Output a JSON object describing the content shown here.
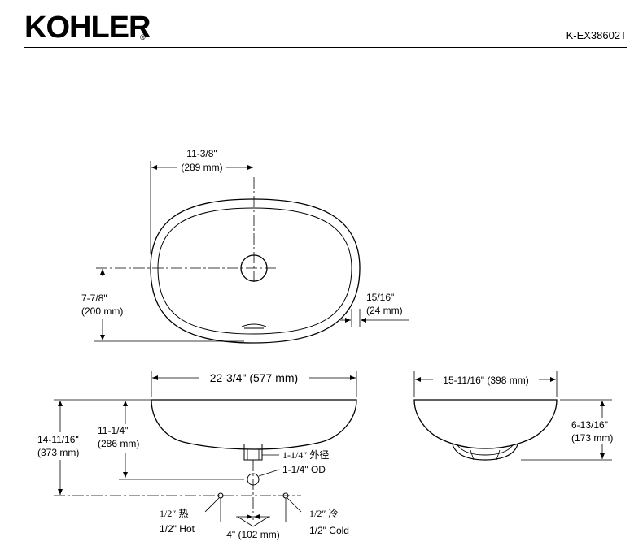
{
  "header": {
    "brand": "KOHLER",
    "brand_mark": "®",
    "model": "K-EX38602T"
  },
  "top_view": {
    "width_half": "11-3/8\"",
    "width_half_mm": "(289 mm)",
    "depth_half": "7-7/8\"",
    "depth_half_mm": "(200 mm)",
    "rim": "15/16\"",
    "rim_mm": "(24 mm)"
  },
  "front_view": {
    "overall_width": "22-3/4\" (577 mm)",
    "overall_height": "14-11/16\"",
    "overall_height_mm": "(373 mm)",
    "drain_height": "11-1/4\"",
    "drain_height_mm": "(286 mm)",
    "drain_od_cn": "1-1/4″  外径",
    "drain_od": "1-1/4\" OD",
    "hot_cn": "1/2″  热",
    "hot": "1/2\" Hot",
    "cold_cn": "1/2″  冷",
    "cold": "1/2\" Cold",
    "supply_spacing": "4\" (102 mm)"
  },
  "side_view": {
    "depth": "15-11/16\" (398 mm)",
    "height": "6-13/16\"",
    "height_mm": "(173 mm)"
  }
}
